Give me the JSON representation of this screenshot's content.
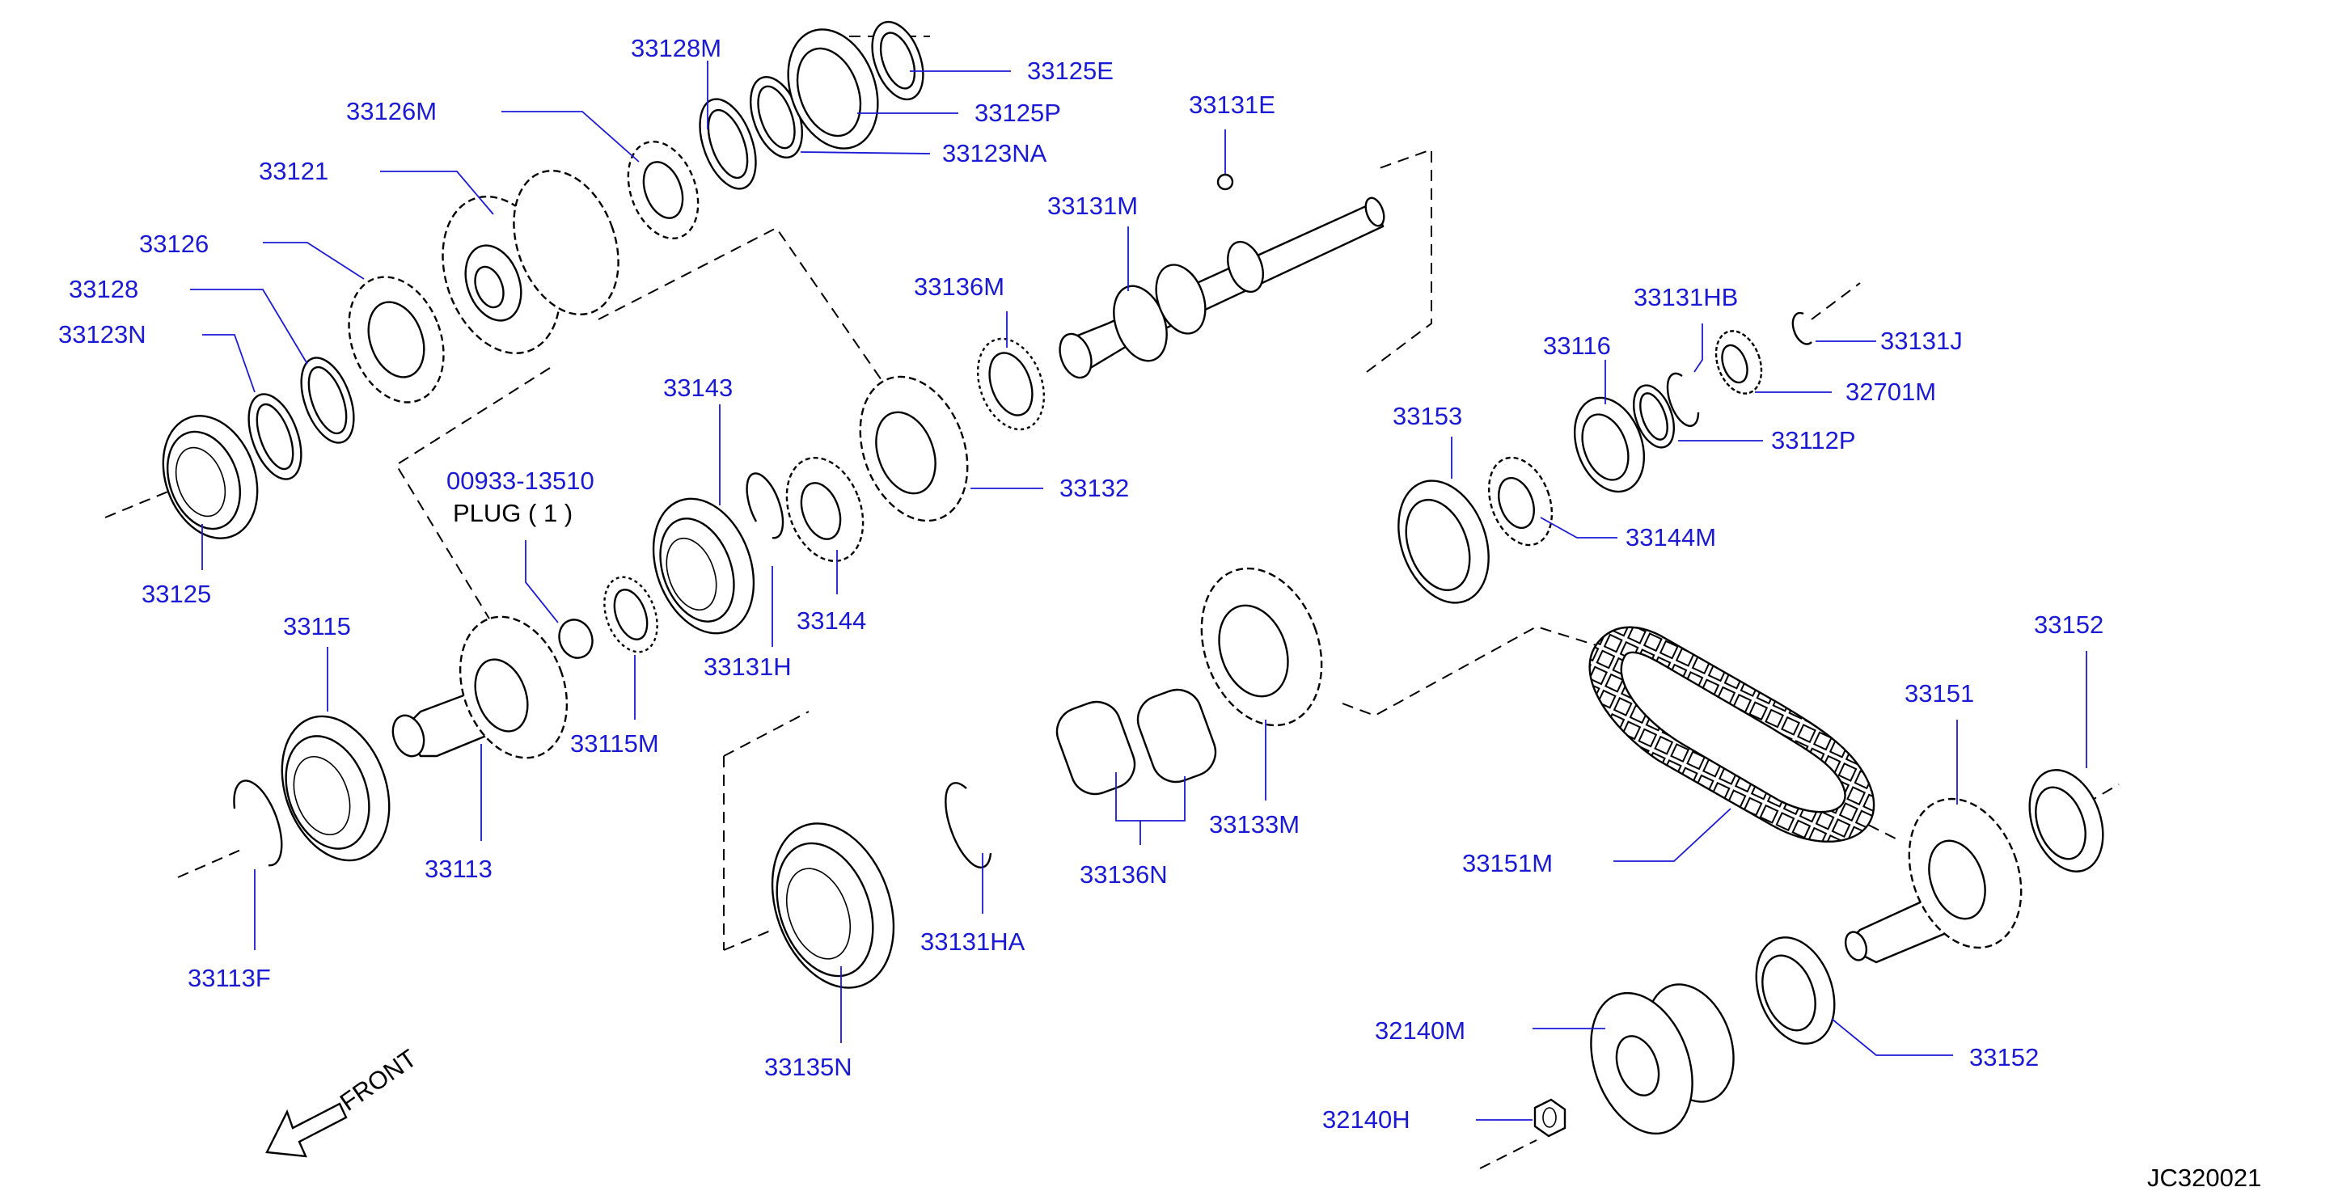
{
  "diagram": {
    "code": "JC320021",
    "front_label": "FRONT",
    "plug_label": "PLUG ( 1 )",
    "parts": [
      {
        "id": "33125E",
        "label": "33125E"
      },
      {
        "id": "33128M",
        "label": "33128M"
      },
      {
        "id": "33125P",
        "label": "33125P"
      },
      {
        "id": "33126M",
        "label": "33126M"
      },
      {
        "id": "33123NA",
        "label": "33123NA"
      },
      {
        "id": "33131E",
        "label": "33131E"
      },
      {
        "id": "33121",
        "label": "33121"
      },
      {
        "id": "33131M",
        "label": "33131M"
      },
      {
        "id": "33126",
        "label": "33126"
      },
      {
        "id": "33128",
        "label": "33128"
      },
      {
        "id": "33136M",
        "label": "33136M"
      },
      {
        "id": "33131HB",
        "label": "33131HB"
      },
      {
        "id": "33123N",
        "label": "33123N"
      },
      {
        "id": "33116",
        "label": "33116"
      },
      {
        "id": "33131J",
        "label": "33131J"
      },
      {
        "id": "33143",
        "label": "33143"
      },
      {
        "id": "32701M",
        "label": "32701M"
      },
      {
        "id": "33153",
        "label": "33153"
      },
      {
        "id": "33112P",
        "label": "33112P"
      },
      {
        "id": "00933-13510",
        "label": "00933-13510"
      },
      {
        "id": "33132",
        "label": "33132"
      },
      {
        "id": "33144M",
        "label": "33144M"
      },
      {
        "id": "33125",
        "label": "33125"
      },
      {
        "id": "33144",
        "label": "33144"
      },
      {
        "id": "33115",
        "label": "33115"
      },
      {
        "id": "33131H",
        "label": "33131H"
      },
      {
        "id": "33152-top",
        "label": "33152"
      },
      {
        "id": "33115M",
        "label": "33115M"
      },
      {
        "id": "33151",
        "label": "33151"
      },
      {
        "id": "33133M",
        "label": "33133M"
      },
      {
        "id": "33113",
        "label": "33113"
      },
      {
        "id": "33151M",
        "label": "33151M"
      },
      {
        "id": "33136N",
        "label": "33136N"
      },
      {
        "id": "33131HA",
        "label": "33131HA"
      },
      {
        "id": "33113F",
        "label": "33113F"
      },
      {
        "id": "32140M",
        "label": "32140M"
      },
      {
        "id": "33152-bottom",
        "label": "33152"
      },
      {
        "id": "33135N",
        "label": "33135N"
      },
      {
        "id": "32140H",
        "label": "32140H"
      }
    ]
  }
}
